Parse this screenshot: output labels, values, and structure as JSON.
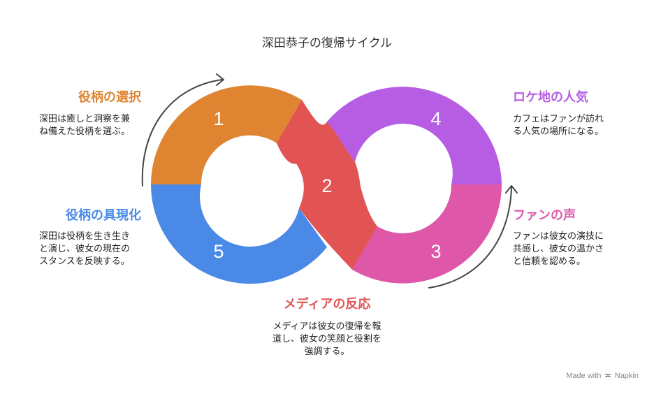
{
  "title": "深田恭子の復帰サイクル",
  "stages": [
    {
      "number": "1",
      "title": "役柄の選択",
      "description": "深田は癒しと洞察を兼ね備えた役柄を選ぶ。",
      "desc_lines": [
        "深田は癒しと洞察を兼",
        "ね備えた役柄を選ぶ。"
      ],
      "color": "#DF8431"
    },
    {
      "number": "2",
      "title": "メディアの反応",
      "description": "メディアは彼女の復帰を報道し、彼女の笑顔と役割を強調する。",
      "desc_lines": [
        "メディアは彼女の復帰を報",
        "道し、彼女の笑顔と役割を",
        "強調する。"
      ],
      "color": "#E25454"
    },
    {
      "number": "3",
      "title": "ファンの声",
      "description": "ファンは彼女の演技に共感し、彼女の温かさと信頼を認める。",
      "desc_lines": [
        "ファンは彼女の演技に",
        "共感し、彼女の温かさ",
        "と信頼を認める。"
      ],
      "color": "#DE57A8"
    },
    {
      "number": "4",
      "title": "ロケ地の人気",
      "description": "カフェはファンが訪れる人気の場所になる。",
      "desc_lines": [
        "カフェはファンが訪れ",
        "る人気の場所になる。"
      ],
      "color": "#B65DE3"
    },
    {
      "number": "5",
      "title": "役柄の具現化",
      "description": "深田は役柄を生き生きと演じ、彼女の現在のスタンスを反映する。",
      "desc_lines": [
        "深田は役柄を生き生き",
        "と演じ、彼女の現在の",
        "スタンスを反映する。"
      ],
      "color": "#4A8AE6"
    }
  ],
  "footer": {
    "made_with": "Made with",
    "brand": "Napkin"
  }
}
